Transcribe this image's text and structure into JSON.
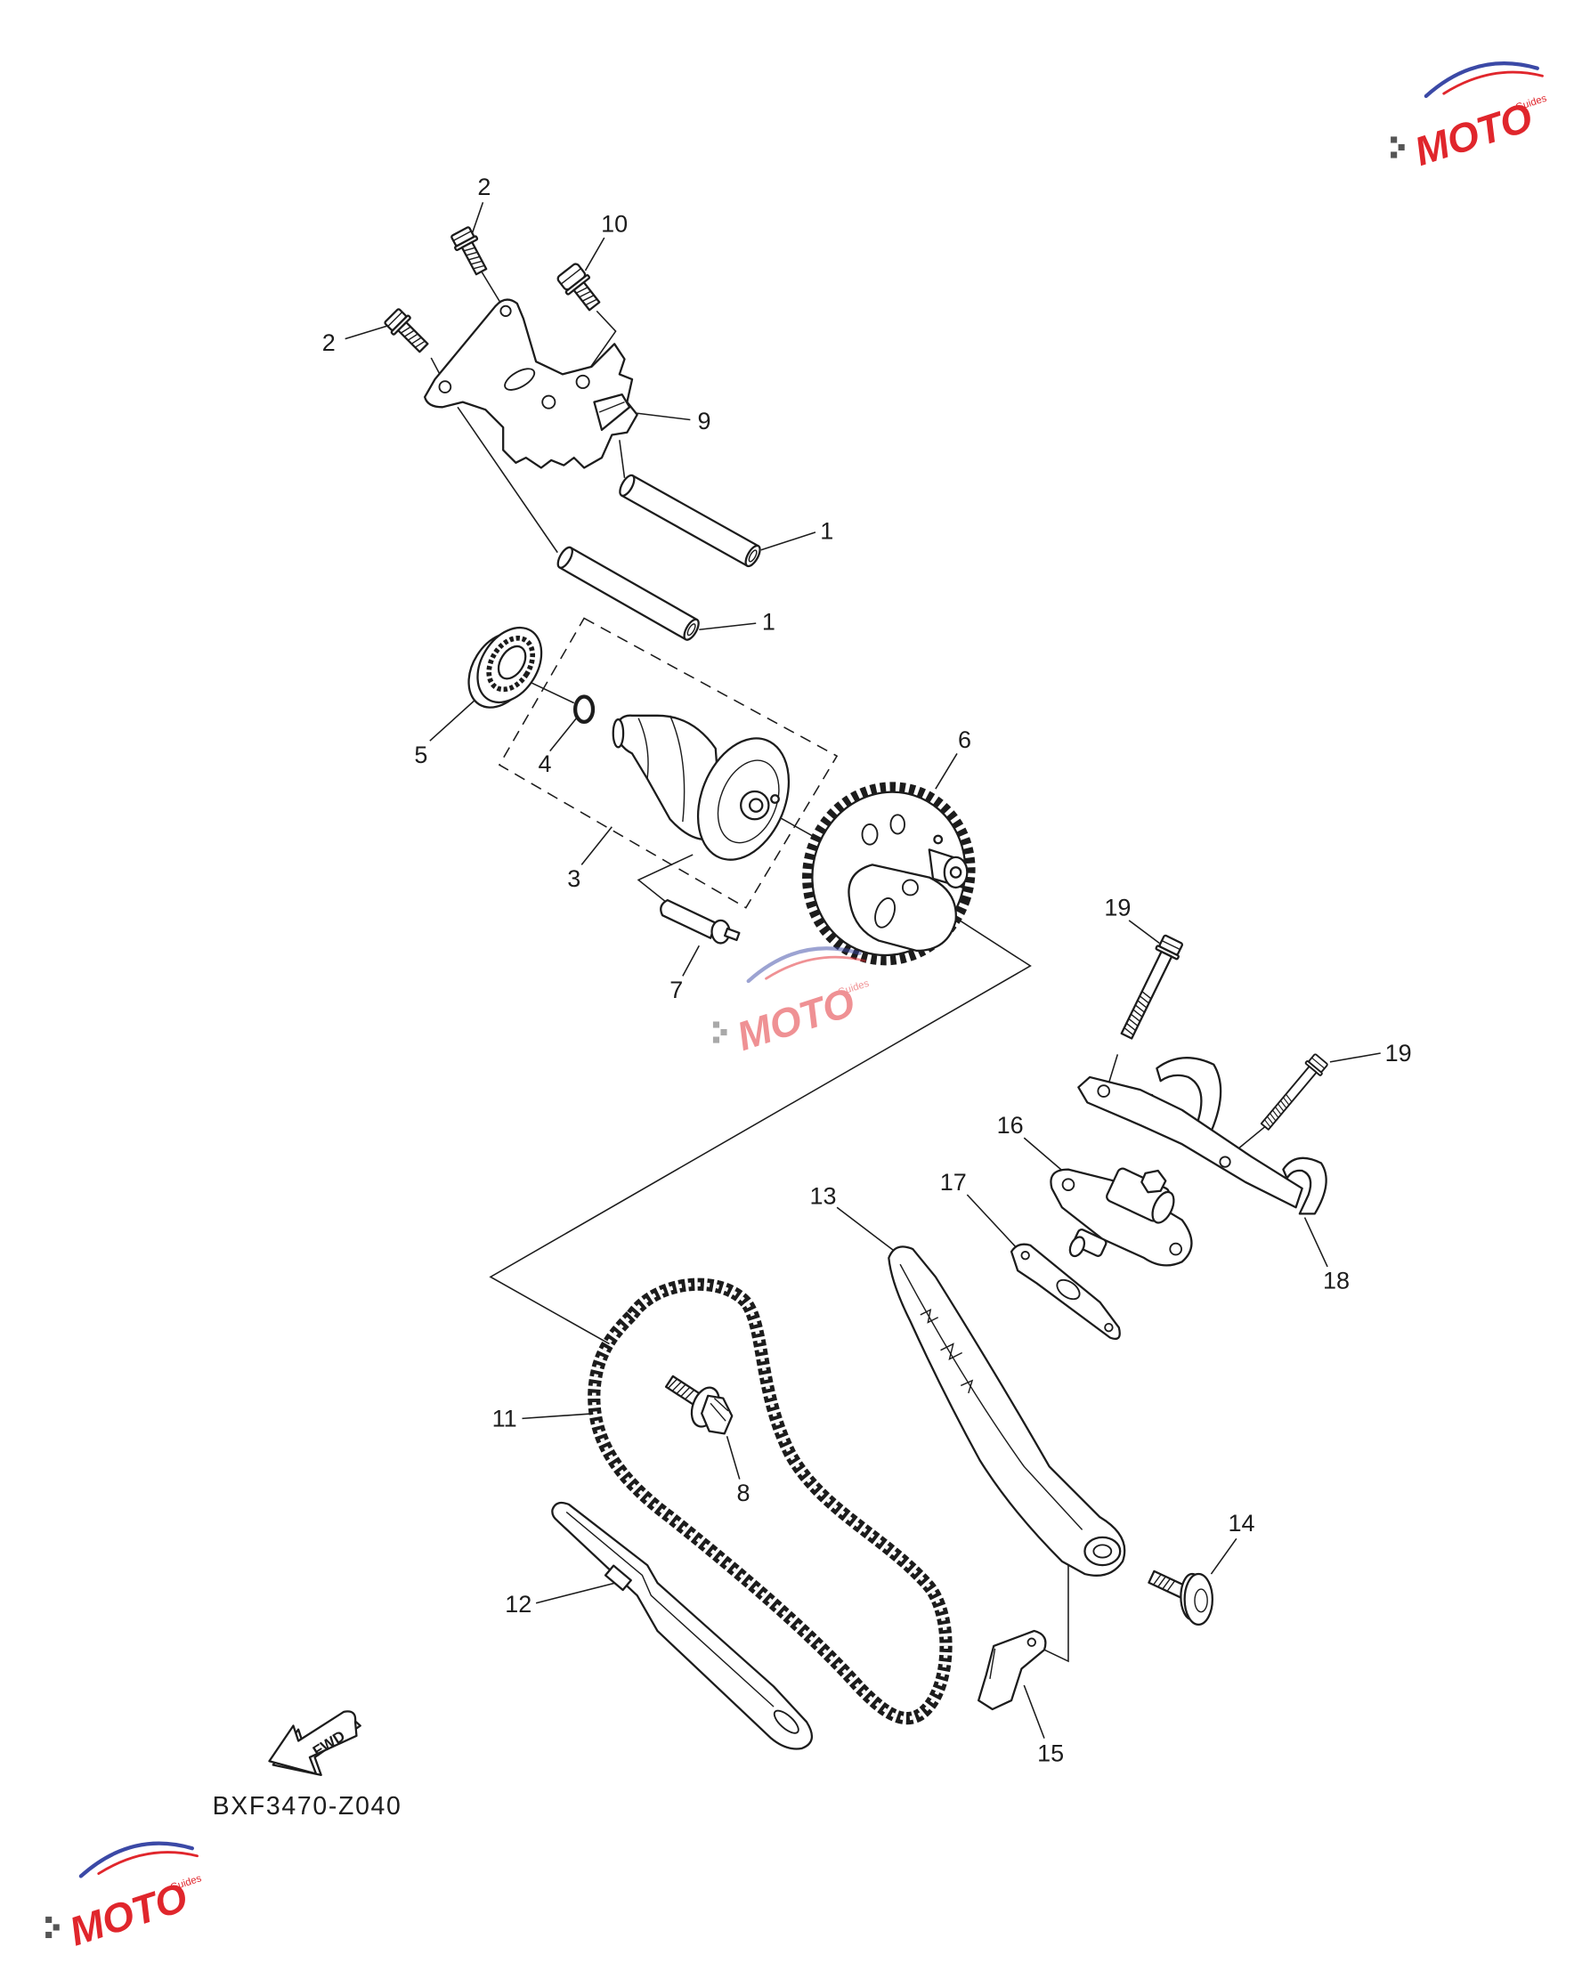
{
  "diagram": {
    "callouts": [
      "2",
      "10",
      "2",
      "9",
      "1",
      "1",
      "6",
      "5",
      "4",
      "3",
      "7",
      "19",
      "19",
      "16",
      "17",
      "13",
      "18",
      "11",
      "8",
      "14",
      "12",
      "15"
    ],
    "fwd_label": "FWD",
    "drawing_code": "BXF3470-Z040"
  },
  "watermark": {
    "brand": "MOTO",
    "sub": "Guides"
  },
  "colors": {
    "ink": "#1c1c1c",
    "background": "#ffffff",
    "watermark_red": "#e0262c",
    "watermark_blue": "#3b49a6"
  }
}
